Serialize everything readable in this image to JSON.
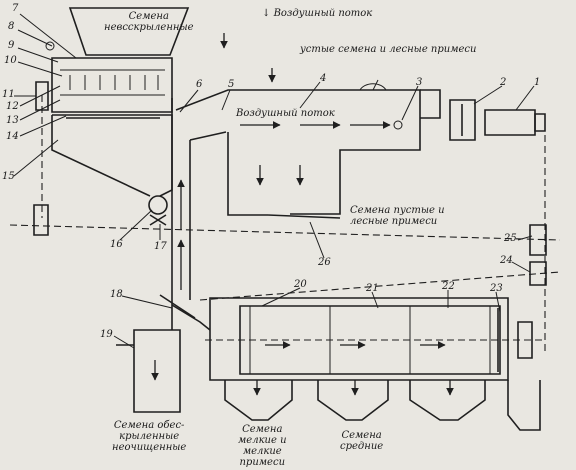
{
  "labels": {
    "seeds_unhusked": "Семена\nневсскрыленные",
    "air_flow_legend": "Воздушный поток",
    "empty_seeds_forest_top": "устые семена и лесные примеси",
    "air_flow_inner": "Воздушный поток",
    "empty_seeds_forest_low": "Семена пустые и\nлесные примеси",
    "seeds_dewinged_uncleaned": "Семена обес-\nкрыленные\nнеочищенные",
    "seeds_small": "Семена\nмелкие и\nмелкие\nпримеси",
    "seeds_medium": "Семена\nсредние"
  },
  "numbers": [
    "1",
    "2",
    "3",
    "4",
    "5",
    "6",
    "7",
    "8",
    "9",
    "10",
    "11",
    "12",
    "13",
    "14",
    "15",
    "16",
    "17",
    "18",
    "19",
    "20",
    "21",
    "22",
    "23",
    "24",
    "25",
    "26"
  ]
}
